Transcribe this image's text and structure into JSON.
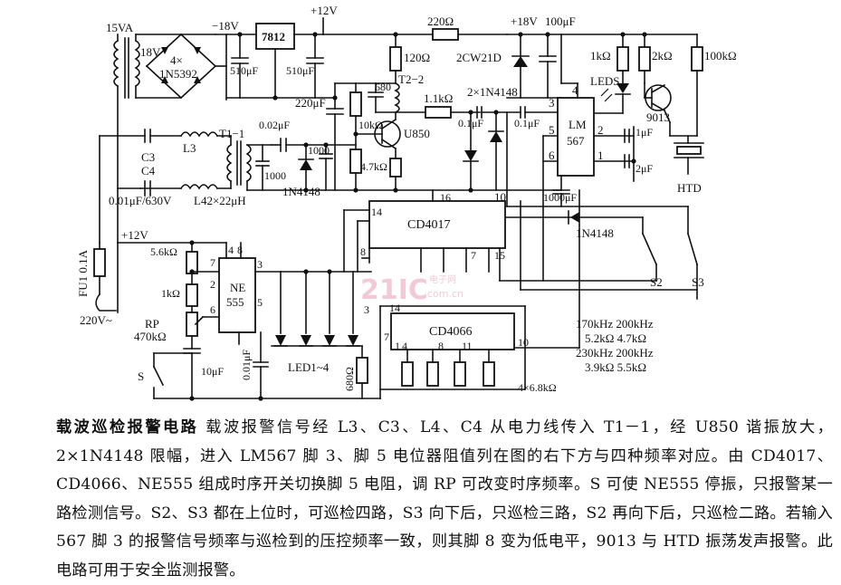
{
  "labels": {
    "v12_top": "+12V",
    "v15va": "15VA",
    "v18": "18V",
    "bridge": "4×",
    "bridge_part": "1N5392",
    "m18": "−18V",
    "reg": "7812",
    "c510a": "510μF",
    "c510b": "510μF",
    "r220": "220Ω",
    "p18v": "+18V",
    "c100": "100μF",
    "r1k": "1kΩ",
    "r2k": "2kΩ",
    "r100k": "100kΩ",
    "r120": "120Ω",
    "zener": "2CW21D",
    "leds": "LEDS",
    "t22": "T2−2",
    "c680": "680",
    "c220": "220μF",
    "r11k": "1.1kΩ",
    "dio2x": "2×1N4148",
    "pin3": "3",
    "pin4": "4",
    "q9013": "9013",
    "c01a": "0.1μF",
    "c01b": "0.1μF",
    "lm": "LM",
    "lm567": "567",
    "pin5": "5",
    "pin2": "2",
    "pin1": "1",
    "pin6": "6",
    "c1uf": "1μF",
    "c2uf": "2μF",
    "htd": "HTD",
    "r10k": "10kΩ",
    "u850": "U850",
    "r47k": "4.7kΩ",
    "c3": "C3",
    "c4": "C4",
    "l3": "L3",
    "t1": "T1−1",
    "c002": "0.02μF",
    "c1000a": "1000",
    "c1000b": "1000",
    "d1n4148": "1N4148",
    "c001": "0.01μF/630V",
    "l42": "L42×22μH",
    "c1000uf": "1000μF",
    "pin10": "10",
    "pin14a": "14",
    "pin16": "16",
    "cd4017": "CD4017",
    "pin8": "8",
    "pin7a": "7",
    "pin15": "15",
    "fu": "FU1 0.1A",
    "v12b": "+12V",
    "r56k": "5.6kΩ",
    "pin4b": "4",
    "pin8b": "8",
    "pin7b": "7",
    "ne": "NE",
    "ne555": "555",
    "pin3b": "3",
    "pin2b": "2",
    "pin6b": "6",
    "pin5b": "5",
    "r1kb": "1kΩ",
    "rp": "RP",
    "rp470": "470kΩ",
    "ac220": "220V~",
    "sw_s": "S",
    "c10uf": "10μF",
    "c001b": "0.01μF",
    "d1n4148b": "1N4148",
    "s2": "S2",
    "s3": "S3",
    "pin14b": "14",
    "pin3c": "3",
    "pin7c": "7",
    "cd4066": "CD4066",
    "pin1c": "1",
    "pin4c": "4",
    "pin8c": "8",
    "pin11": "11",
    "pin10c": "10",
    "led14": "LED1~4",
    "r680": "680Ω",
    "r68k": "4×6.8kΩ",
    "tbl1": "170kHz 200kHz",
    "tbl2": "5.2kΩ  4.7kΩ",
    "tbl3": "230kHz  200kHz",
    "tbl4": "3.9kΩ  5.5kΩ",
    "wm_a": "21IC",
    "wm_b": "电子网",
    "wm_c": "com.cn"
  },
  "caption": {
    "title": "载波巡检报警电路",
    "body": "载波报警信号经 L3、C3、L4、C4 从电力线传入 T1－1，经 U850 谐振放大，2×1N4148 限幅，进入 LM567 脚 3、脚 5 电位器阻值列在图的右下方与四种频率对应。由 CD4017、CD4066、NE555 组成时序开关切换脚 5 电阻，调 RP 可改变时序频率。S 可使 NE555 停振，只报警某一路检测信号。S2、S3 都在上位时，可巡检四路，S3 向下后，只巡检三路，S2 再向下后，只巡检二路。若输入 567 脚 3 的报警信号频率与巡检到的压控频率一致，则其脚 8 变为低电平，9013 与 HTD 振荡发声报警。此电路可用于安全监测报警。"
  }
}
